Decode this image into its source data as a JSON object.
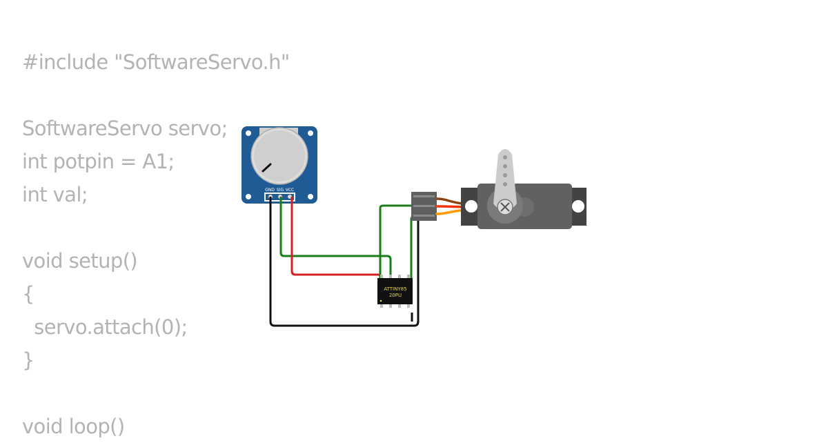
{
  "code_lines": [
    "#include \"SoftwareServo.h\"",
    "",
    "SoftwareServo servo;",
    "int potpin = A1;",
    "int val;",
    "",
    "void setup()",
    "{",
    "  servo.attach(0);",
    "}",
    "",
    "void loop()"
  ],
  "potentiometer": {
    "pins": [
      "GND",
      "SIG",
      "VCC"
    ]
  },
  "chip": {
    "line1": "ATTINY85",
    "line2": "20PU"
  },
  "colors": {
    "code_text": "#b3b3b3",
    "wire_black": "#111111",
    "wire_green": "#1a7d1a",
    "wire_red": "#d42020",
    "pcb_blue": "#1f5c96",
    "servo_body": "#616161",
    "servo_wire_brown": "#8b4513",
    "servo_wire_red": "#ff3300",
    "servo_wire_orange": "#ff9900",
    "chip_text": "#e8d44d"
  }
}
